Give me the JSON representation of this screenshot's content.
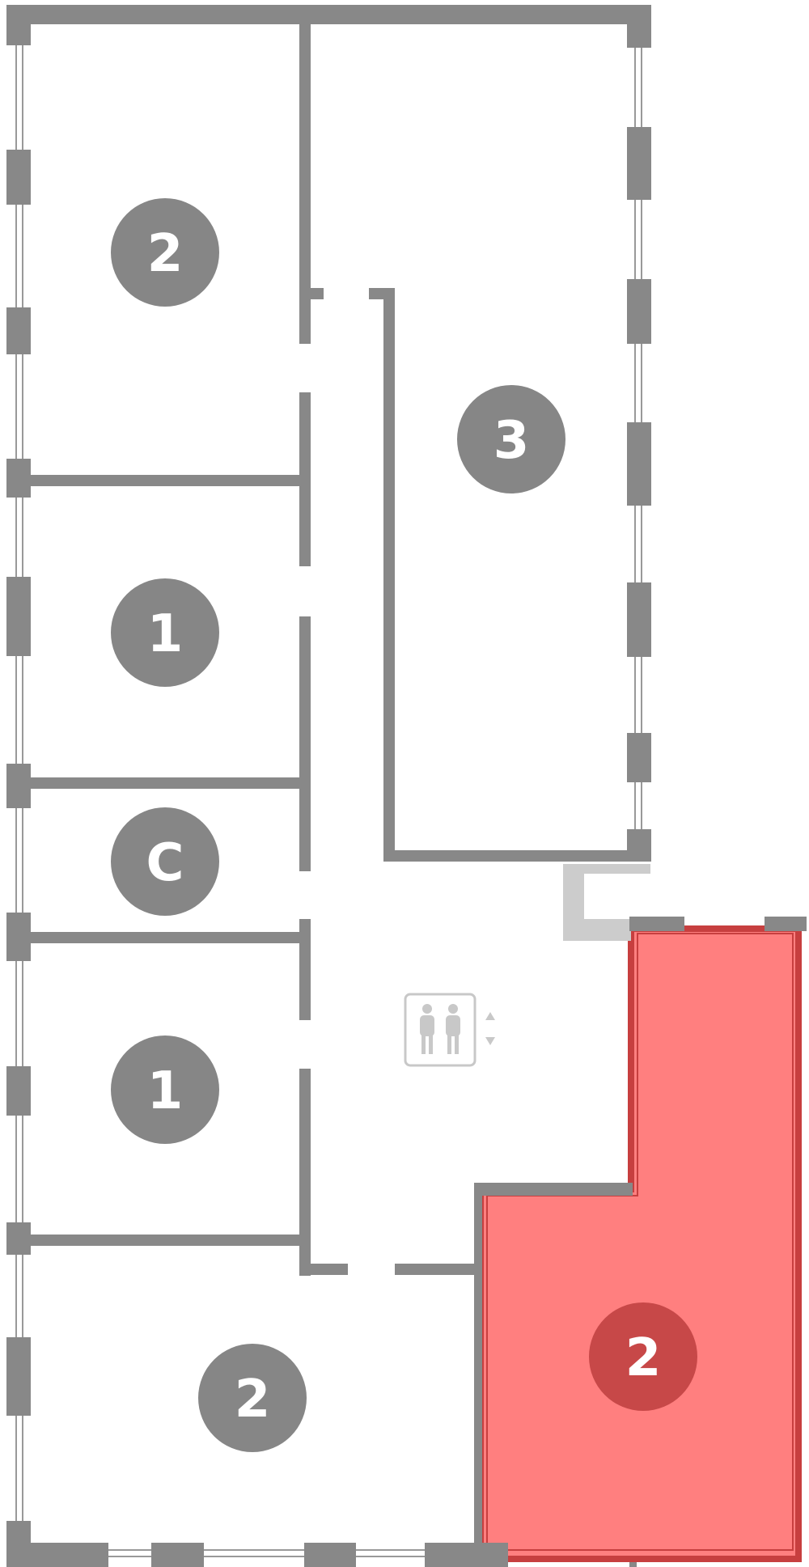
{
  "floor_plan": {
    "colors": {
      "wall": "#888888",
      "window_line": "#999999",
      "badge": "#868686",
      "badge_text": "#ffffff",
      "highlight_fill": "#ff7f7f",
      "highlight_stroke": "#c73f3f",
      "highlight_badge": "#c74848",
      "elevator_icon": "#c8c8c8",
      "balcony": "#cccccc"
    },
    "units": [
      {
        "id": "unit-top-left",
        "rooms": "2",
        "selected": false
      },
      {
        "id": "unit-top-right",
        "rooms": "3",
        "selected": false
      },
      {
        "id": "unit-mid-left-1",
        "rooms": "1",
        "selected": false
      },
      {
        "id": "unit-studio",
        "rooms": "C",
        "selected": false
      },
      {
        "id": "unit-mid-left-2",
        "rooms": "1",
        "selected": false
      },
      {
        "id": "unit-bottom-left",
        "rooms": "2",
        "selected": false
      },
      {
        "id": "unit-bottom-right",
        "rooms": "2",
        "selected": true
      }
    ],
    "elevator": {
      "icon": "elevator-icon"
    }
  }
}
